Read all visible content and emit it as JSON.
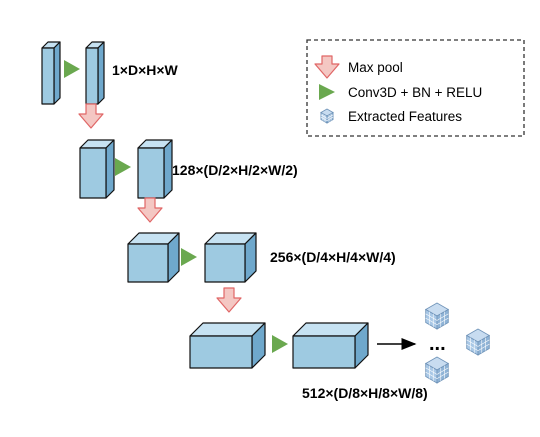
{
  "colors": {
    "block_fill": "#9ecae1",
    "block_top": "#c6e2f2",
    "block_side": "#6fa8cc",
    "block_stroke": "#111111",
    "conv_arrow": "#6aa84f",
    "pool_arrow_fill": "#f4c7c3",
    "pool_arrow_stroke": "#e06666",
    "cube_fill": "#a9c8e6"
  },
  "stages": [
    {
      "label": "1×D×H×W"
    },
    {
      "label": "128×(D/2×H/2×W/2)"
    },
    {
      "label": "256×(D/4×H/4×W/4)"
    },
    {
      "label": "512×(D/8×H/8×W/8)"
    }
  ],
  "ellipsis": "...",
  "legend": {
    "items": [
      {
        "icon": "max-pool-arrow-icon",
        "label": "Max pool"
      },
      {
        "icon": "conv-triangle-icon",
        "label": "Conv3D + BN + RELU"
      },
      {
        "icon": "feature-cube-icon",
        "label": "Extracted Features"
      }
    ]
  }
}
